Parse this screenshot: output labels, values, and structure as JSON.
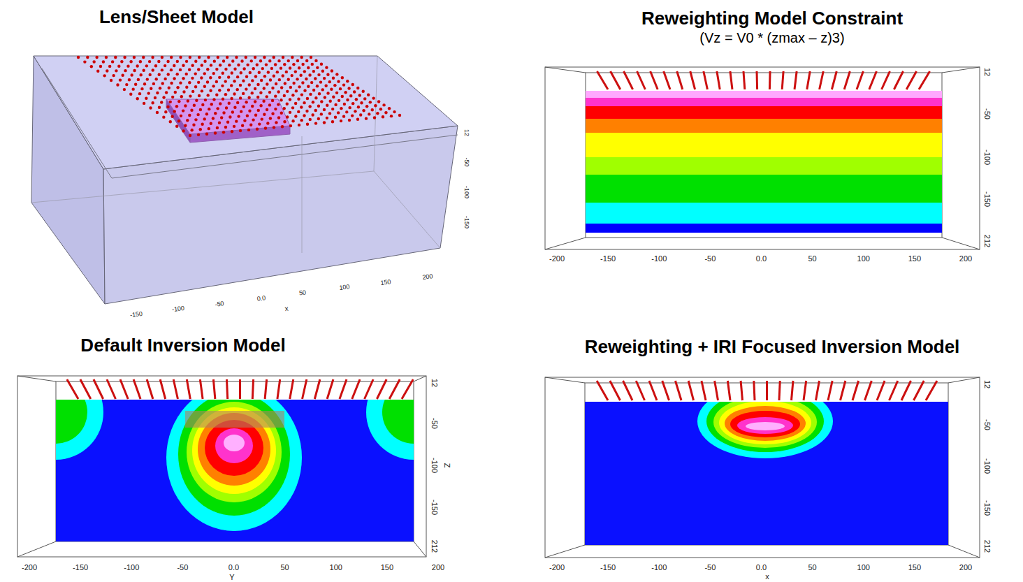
{
  "diagram": {
    "nodes": [
      {
        "text": [
          "Lens/Sheet Model"
        ]
      },
      {
        "text": [
          "Reweighting Model Constraint",
          "(Vz = V0 * (zmax – z)3)"
        ]
      },
      {
        "text": [
          "Default Inversion Model"
        ]
      },
      {
        "text": [
          "Reweighting + IRI Focused Inversion Model"
        ]
      }
    ],
    "labels": [
      "-150",
      "-100",
      "-50",
      "0.0",
      "50",
      "100",
      "150",
      "200",
      "x",
      "12",
      "-50",
      "-100",
      "-150",
      "-200",
      "-150",
      "-100",
      "-50",
      "0.0",
      "50",
      "100",
      "150",
      "200",
      "12",
      "-50",
      "-100",
      "-150",
      "212",
      "-200",
      "-150",
      "-100",
      "-50",
      "0.0",
      "50",
      "100",
      "150",
      "200",
      "Y",
      "12",
      "-50",
      "-100",
      "-150",
      "212",
      "Z",
      "-200",
      "-150",
      "-100",
      "-50",
      "0.0",
      "50",
      "100",
      "150",
      "200",
      "x",
      "12",
      "-50",
      "-100",
      "-150",
      "212"
    ]
  }
}
